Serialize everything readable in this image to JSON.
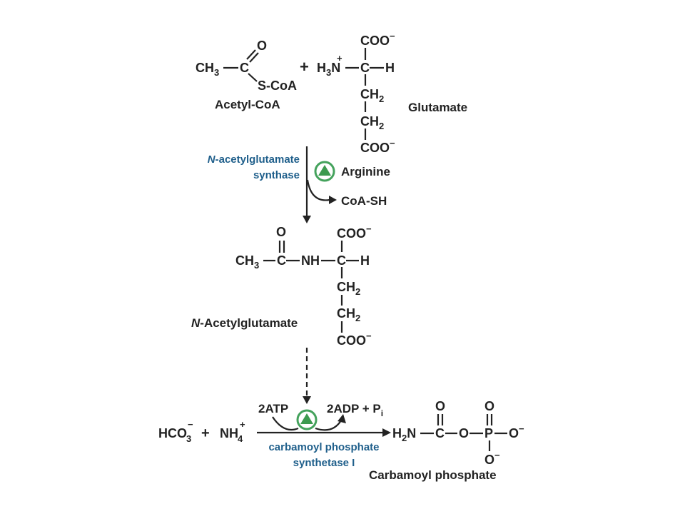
{
  "colors": {
    "text": "#222222",
    "enzyme": "#1f5f8b",
    "activator_ring": "#44a25c",
    "activator_fill": "#3c9a4f",
    "background": "#ffffff"
  },
  "icons": {
    "activator": "green-triangle-in-circle-icon",
    "reaction_arrow": "arrow-icon"
  },
  "acetyl_coa": {
    "label": "Acetyl-CoA",
    "ch3": "CH",
    "ch3_sub": "3",
    "c": "C",
    "o": "O",
    "s_coa": "S-CoA"
  },
  "plus": "+",
  "glutamate": {
    "label": "Glutamate",
    "coo_top": "COO",
    "coo_bottom": "COO",
    "charge_minus": "−",
    "h3n": "H",
    "h3n_sub": "3",
    "n": "N",
    "n_charge": "+",
    "c": "C",
    "h": "H",
    "ch2_a": "CH",
    "ch2_b": "CH",
    "sub_2": "2"
  },
  "step1": {
    "enzyme_line1_italic": "N",
    "enzyme_line1": "-acetylglutamate",
    "enzyme_line2": "synthase",
    "activator": "Arginine",
    "product_side": "CoA-SH"
  },
  "n_acetylglutamate": {
    "label_italic": "N",
    "label": "-Acetylglutamate",
    "o": "O",
    "ch3": "CH",
    "ch3_sub": "3",
    "c_carbonyl": "C",
    "nh": "NH",
    "c_alpha": "C",
    "h": "H",
    "coo_top": "COO",
    "coo_bottom": "COO",
    "charge_minus": "−",
    "ch2_a": "CH",
    "ch2_b": "CH",
    "sub_2": "2"
  },
  "step2": {
    "hco3": "HCO",
    "hco3_sub": "3",
    "hco3_charge": "−",
    "nh4": "NH",
    "nh4_sub": "4",
    "nh4_charge": "+",
    "atp": "2ATP",
    "adp": "2ADP + P",
    "pi_sub": "i",
    "enzyme_line1": "carbamoyl phosphate",
    "enzyme_line2": "synthetase I"
  },
  "carbamoyl_phosphate": {
    "label": "Carbamoyl phosphate",
    "h2n": "H",
    "h2n_sub": "2",
    "n": "N",
    "c": "C",
    "o_bridge": "O",
    "p": "P",
    "o_minus_right": "O",
    "o_minus_bottom": "O",
    "o_top_c": "O",
    "o_top_p": "O",
    "charge_minus": "−"
  }
}
